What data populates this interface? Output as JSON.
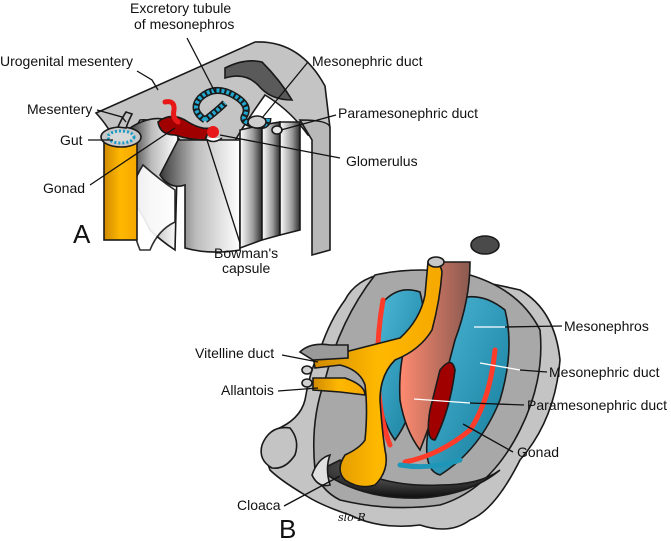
{
  "figure": {
    "panels": [
      {
        "id": "A",
        "label": "A",
        "annotations": [
          {
            "key": "excretory_tubule_1",
            "text": "Excretory tubule"
          },
          {
            "key": "excretory_tubule_2",
            "text": "of mesonephros"
          },
          {
            "key": "urogenital_mesentery",
            "text": "Urogenital mesentery"
          },
          {
            "key": "mesonephric_duct",
            "text": "Mesonephric duct"
          },
          {
            "key": "paramesonephric_duct",
            "text": "Paramesonephric duct"
          },
          {
            "key": "mesentery",
            "text": "Mesentery"
          },
          {
            "key": "gut",
            "text": "Gut"
          },
          {
            "key": "gonad",
            "text": "Gonad"
          },
          {
            "key": "glomerulus",
            "text": "Glomerulus"
          },
          {
            "key": "bowmans_1",
            "text": "Bowman's"
          },
          {
            "key": "bowmans_2",
            "text": "capsule"
          }
        ]
      },
      {
        "id": "B",
        "label": "B",
        "annotations": [
          {
            "key": "mesonephros",
            "text": "Mesonephros"
          },
          {
            "key": "vitelline_duct",
            "text": "Vitelline duct"
          },
          {
            "key": "mesonephric_duct",
            "text": "Mesonephric duct"
          },
          {
            "key": "allantois",
            "text": "Allantois"
          },
          {
            "key": "paramesonephric_duct",
            "text": "Paramesonephric duct"
          },
          {
            "key": "gonad",
            "text": "Gonad"
          },
          {
            "key": "cloaca",
            "text": "Cloaca"
          }
        ],
        "signature": "slo-R"
      }
    ],
    "colors": {
      "tissue_gray": "#c0c0c0",
      "dark_gray": "#5a5a5a",
      "gut_yellow": "#f5b000",
      "mesonephros_blue": "#1e96b8",
      "duct_red": "#ff4030",
      "gonad_darkred": "#a00000",
      "salmon": "#f08060"
    }
  }
}
